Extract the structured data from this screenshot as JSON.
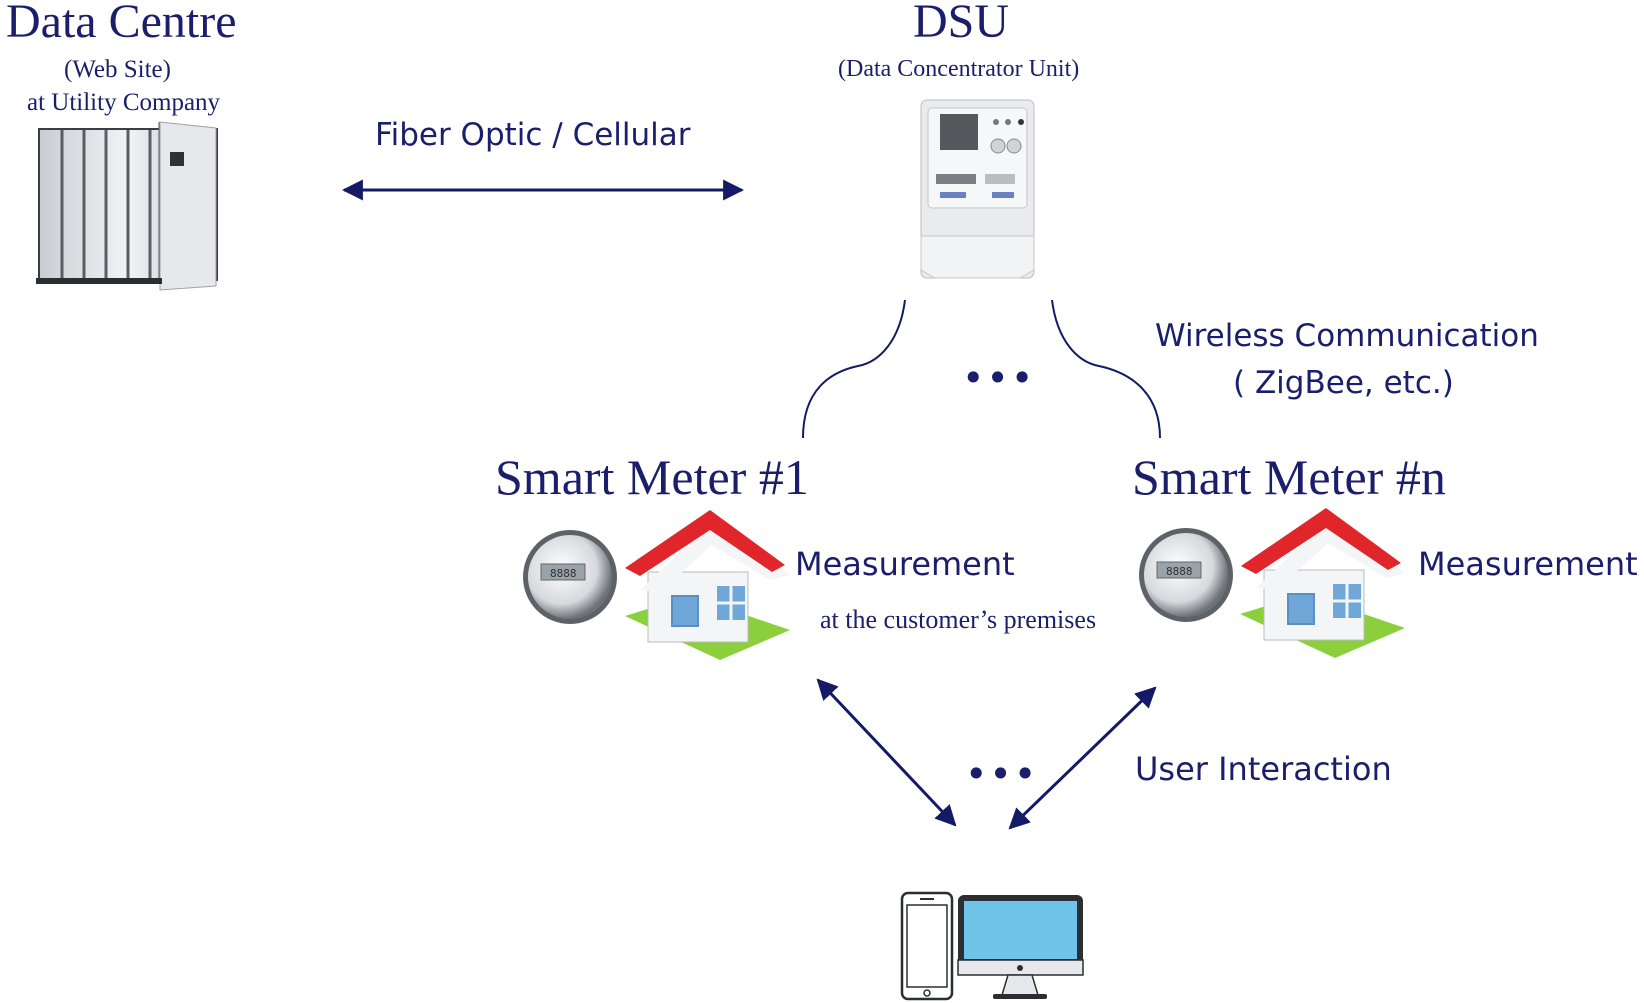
{
  "data_centre": {
    "title": "Data Centre",
    "subtitle_1": "(Web Site)",
    "subtitle_2": "at Utility Company"
  },
  "dsu": {
    "title": "DSU",
    "subtitle": "(Data Concentrator Unit)"
  },
  "links": {
    "fiber_label": "Fiber Optic / Cellular",
    "wireless_label_1": "Wireless Communication",
    "wireless_label_2": "( ZigBee, etc.)",
    "user_label": "User Interaction",
    "ellipsis_top": "•••",
    "ellipsis_bottom": "•••"
  },
  "smart_meter_1": {
    "title": "Smart Meter #1",
    "measurement": "Measurement",
    "premises": "at the customer’s premises"
  },
  "smart_meter_n": {
    "title": "Smart Meter #n",
    "measurement": "Measurement"
  },
  "colors": {
    "text": "#1b1f6b",
    "arrow": "#141a66",
    "roof": "#e0262b",
    "grass": "#8ccf3c",
    "screen": "#6fc3e8"
  },
  "icons": [
    "server-rack-icon",
    "dsu-meter-icon",
    "smart-meter-icon",
    "house-icon",
    "phone-icon",
    "desktop-icon"
  ]
}
